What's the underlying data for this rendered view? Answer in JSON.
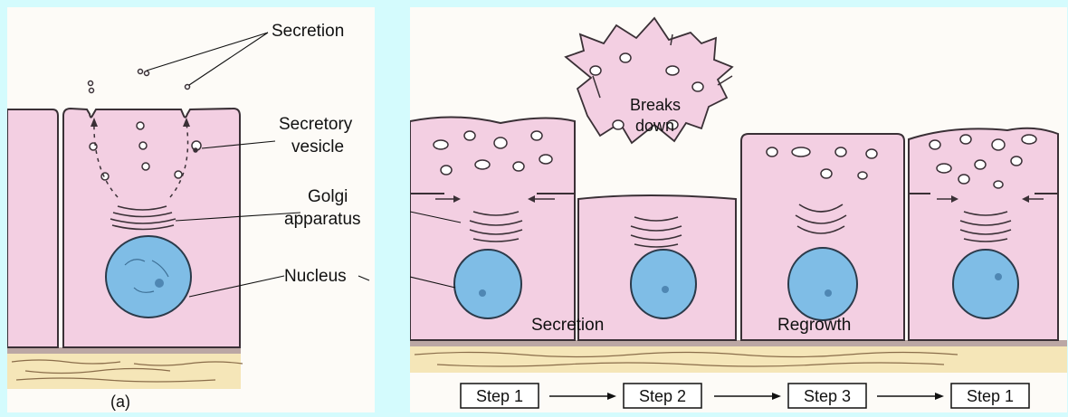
{
  "colors": {
    "background": "#d4fbfd",
    "paper": "#fdfbf7",
    "cell": "#f3cfe2",
    "cell_outline": "#3a3036",
    "nucleus": "#7fbde6",
    "connective_tissue": "#f5e6b8",
    "basement_membrane": "#bba7a4"
  },
  "panel_a": {
    "labels": {
      "secretion": "Secretion",
      "secretory_vesicle_line1": "Secretory",
      "secretory_vesicle_line2": "vesicle",
      "golgi_line1": "Golgi",
      "golgi_line2": "apparatus",
      "nucleus": "Nucleus"
    },
    "caption": "(a)"
  },
  "panel_b": {
    "labels": {
      "breaks_down_line1": "Breaks",
      "breaks_down_line2": "down",
      "secretion": "Secretion",
      "regrowth": "Regrowth"
    },
    "steps": [
      "Step 1",
      "Step 2",
      "Step 3",
      "Step 1"
    ]
  }
}
